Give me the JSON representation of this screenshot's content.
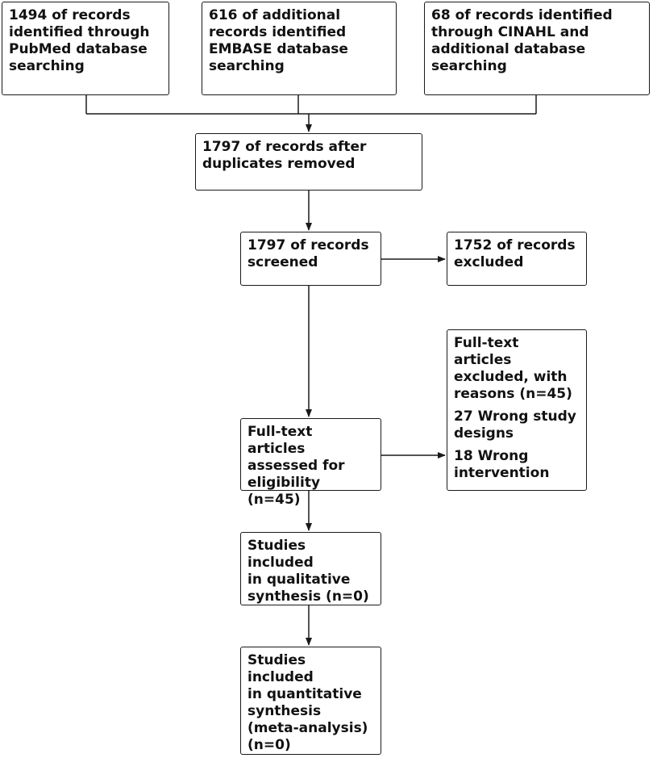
{
  "flowchart": {
    "sources": {
      "pubmed": "1494 of records\nidentified through\nPubMed database\nsearching",
      "embase": "616 of additional\nrecords identified\nEMBASE database\nsearching",
      "cinahl": "68 of records identified\nthrough CINAHL and\nadditional database\nsearching"
    },
    "after_duplicates": "1797 of records after\nduplicates removed",
    "screened": "1797 of records\nscreened",
    "excluded": "1752 of records\nexcluded",
    "fulltext_assessed": "Full-text articles\nassessed for\neligibility (n=45)",
    "fulltext_excluded": {
      "heading": "Full-text articles\nexcluded, with\nreasons (n=45)",
      "reasons": [
        "27 Wrong study\ndesigns",
        "18 Wrong\nintervention"
      ]
    },
    "qualitative": "Studies included\nin qualitative\nsynthesis (n=0)",
    "quantitative": "Studies included\nin quantitative\nsynthesis\n(meta-analysis)\n(n=0)"
  }
}
